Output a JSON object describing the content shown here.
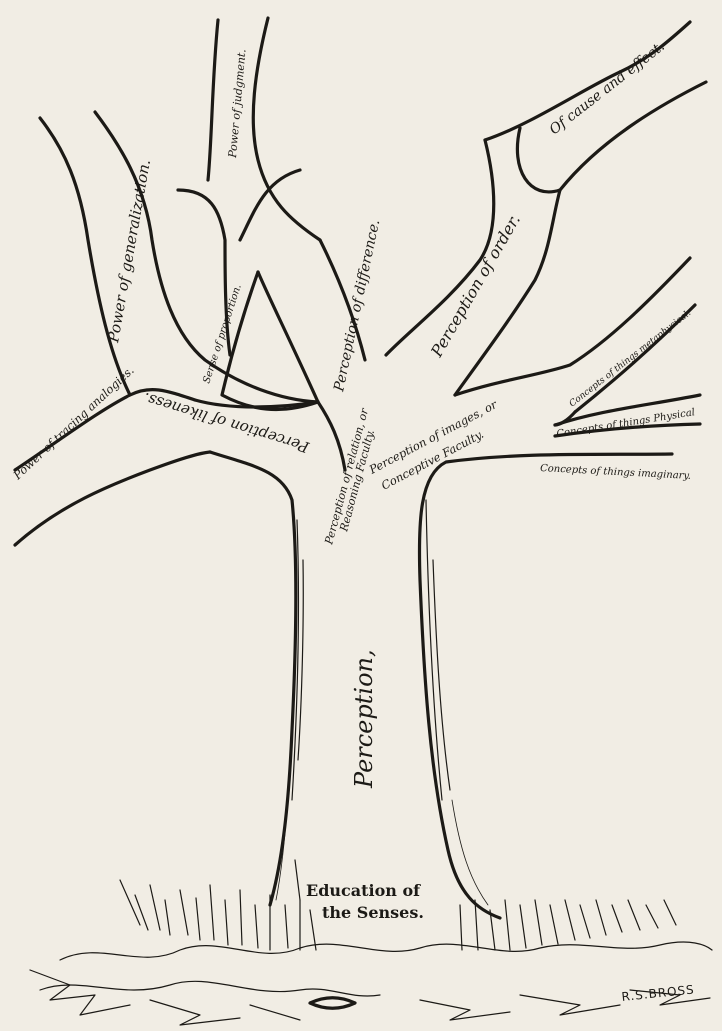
{
  "labels": {
    "perception": "Perception,",
    "education_line1": "Education of",
    "education_line2": "the Senses.",
    "perception_of_likeness": "Perception of likeness.",
    "power_of_tracing_analogies": "Power of tracing analogies.",
    "power_of_generalization": "Power of generalization.",
    "power_of_judgment": "Power of judgment.",
    "sense_of_proportion": "Sense of proportion.",
    "perception_of_difference": "Perception of difference.",
    "perception_of_relation_line1": "Perception of relation, or",
    "perception_of_relation_line2": "Reasoning Faculty.",
    "perception_of_order": "Perception of order.",
    "of_cause_and_effect": "Of cause and effect.",
    "perception_of_images_line1": "Perception of images, or",
    "perception_of_images_line2": "Conceptive Faculty.",
    "concepts_metaphysical": "Concepts of things metaphysical.",
    "concepts_physical": "Concepts of things Physical",
    "concepts_imaginary": "Concepts of things imaginary.",
    "signature": "R.S.BROSS"
  },
  "colors": {
    "ink": "#1c1a16",
    "paper": "#f1ede4"
  }
}
